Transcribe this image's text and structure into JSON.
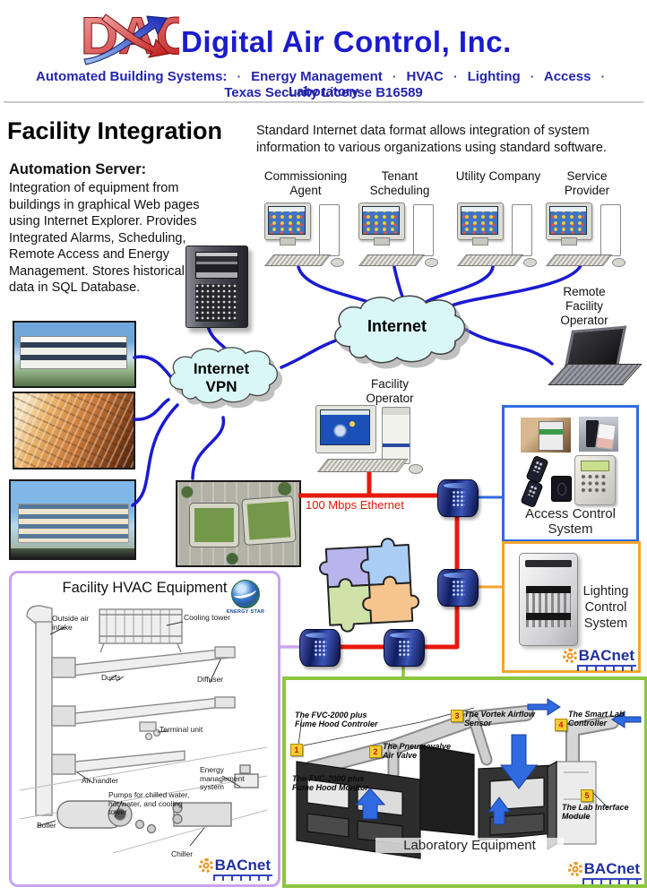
{
  "header": {
    "logo": "DAC",
    "title": "Digital Air Control, Inc.",
    "tagline_label": "Automated Building Systems:",
    "separator": "·",
    "tagline_items": [
      "Energy Management",
      "HVAC",
      "Lighting",
      "Access",
      "Laboratory"
    ],
    "license": "Texas Security License B16589"
  },
  "intro": {
    "heading": "Facility Integration",
    "description": "Standard Internet data format allows integration of system information to various organizations using standard software.",
    "server_title": "Automation Server:",
    "server_text": "Integration of equipment from buildings in graphical Web pages using Internet Explorer. Provides Integrated Alarms, Scheduling, Remote Access and Energy Management. Stores historical facility data in SQL Database."
  },
  "network": {
    "organizations": [
      "Commissioning Agent",
      "Tenant Scheduling",
      "Utility Company",
      "Service Provider"
    ],
    "internet": "Internet",
    "vpn": "Internet VPN",
    "remote_operator": "Remote Facility Operator",
    "facility_operator": "Facility Operator",
    "ethernet": "100 Mbps Ethernet"
  },
  "access_box": {
    "title": "Access Control System"
  },
  "lighting_box": {
    "title": "Lighting Control System"
  },
  "hvac_box": {
    "title": "Facility HVAC Equipment",
    "energy_star": "ENERGY STAR",
    "labels": {
      "outside_air": "Outside air intake",
      "cooling_tower": "Cooling tower",
      "ducts": "Ducts",
      "diffuser": "Diffuser",
      "terminal_unit": "Terminal unit",
      "air_handler": "Air handler",
      "ems": "Energy management system",
      "pumps": "Pumps for chilled water, hot water, and cooling tower",
      "boiler": "Boiler",
      "chiller": "Chiller"
    }
  },
  "lab_box": {
    "caption": "Laboratory Equipment",
    "badges": [
      "1",
      "2",
      "3",
      "4",
      "5"
    ],
    "labels": {
      "fume_controller": "The FVC-2000 plus Fume Hood Controler",
      "fume_monitor": "The FVC-2000 plus Fume Hood Monitor",
      "pneumavalve": "The Pneumavalve Air Valve",
      "vortek": "The Vortek Airflow Sensor",
      "smart_lab": "The Smart Lab Controller",
      "lab_interface": "The Lab Interface Module"
    }
  },
  "logos": {
    "bacnet": "BACnet"
  },
  "colors": {
    "title_blue": "#1b1bcd",
    "tagline_blue": "#2525ad",
    "wire_blue": "#1a1ad2",
    "ethernet_red": "#e3180c",
    "cloud_fill": "#d9f7f7",
    "access_border": "#2f6de0",
    "lighting_border": "#f2a52e",
    "hvac_border": "#c9a2f0",
    "lab_border": "#8dc63f",
    "bacnet_blue": "#202f9e",
    "bacnet_orange": "#e8951e"
  }
}
